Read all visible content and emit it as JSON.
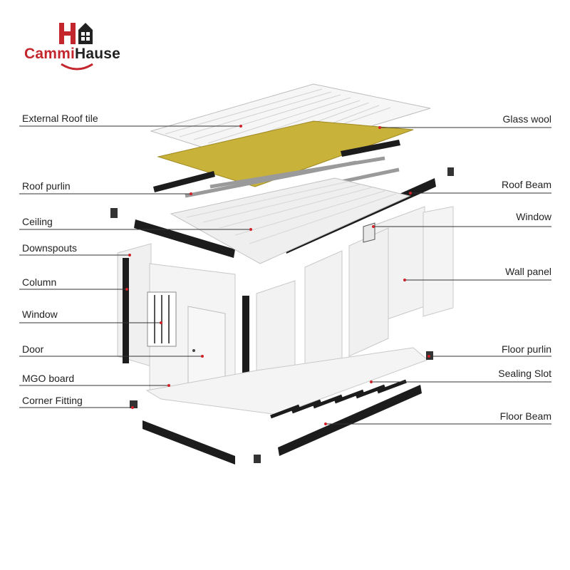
{
  "logo": {
    "text_part1": "Cammi",
    "text_part2": "Hause",
    "icon": "house-h-logo-icon",
    "brand_red": "#c4262e",
    "brand_dark": "#222222"
  },
  "labels_left": [
    {
      "id": "external-roof-tile",
      "text": "External Roof tile"
    },
    {
      "id": "roof-purlin",
      "text": "Roof purlin"
    },
    {
      "id": "ceiling",
      "text": "Ceiling"
    },
    {
      "id": "downspouts",
      "text": "Downspouts"
    },
    {
      "id": "column",
      "text": "Column"
    },
    {
      "id": "window-left",
      "text": "Window"
    },
    {
      "id": "door",
      "text": "Door"
    },
    {
      "id": "mgo-board",
      "text": "MGO board"
    },
    {
      "id": "corner-fitting",
      "text": "Corner Fitting"
    }
  ],
  "labels_right": [
    {
      "id": "glass-wool",
      "text": "Glass wool"
    },
    {
      "id": "roof-beam",
      "text": "Roof Beam"
    },
    {
      "id": "window-right",
      "text": "Window"
    },
    {
      "id": "wall-panel",
      "text": "Wall panel"
    },
    {
      "id": "floor-purlin",
      "text": "Floor purlin"
    },
    {
      "id": "sealing-slot",
      "text": "Sealing Slot"
    },
    {
      "id": "floor-beam",
      "text": "Floor Beam"
    }
  ],
  "colors": {
    "leader_line": "#333333",
    "leader_dot": "#d0202a",
    "steel_frame": "#1c1c1c",
    "panel": "#f2f2f2",
    "glass_wool": "#c9b23a"
  }
}
